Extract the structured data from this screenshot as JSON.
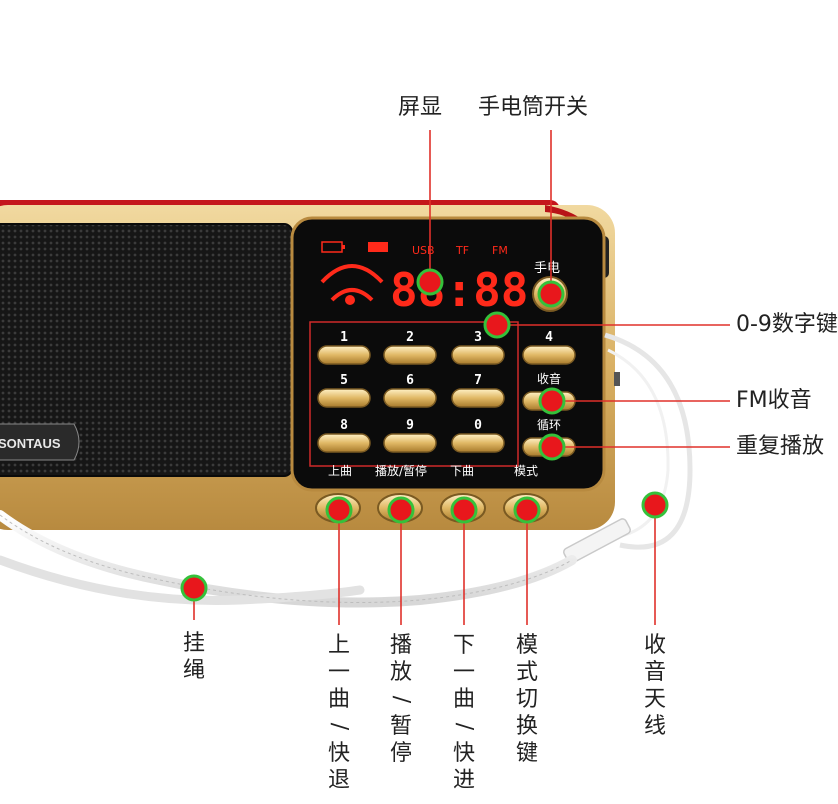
{
  "device": {
    "brand": "SONTAUS",
    "display_icons": {
      "usb": "USB",
      "tf": "TF",
      "fm": "FM"
    },
    "time_display": "88:88",
    "flashlight_label": "手电",
    "keys": [
      "1",
      "2",
      "3",
      "4",
      "5",
      "6",
      "7",
      "8",
      "9",
      "0"
    ],
    "key_labels": {
      "radio": "收音",
      "loop": "循环",
      "prev": "上曲",
      "play": "播放/暂停",
      "next": "下曲",
      "mode": "模式"
    }
  },
  "callouts": {
    "screen": "屏显",
    "flashlight_switch": "手电筒开关",
    "digit_keys": "0-9数字键",
    "fm_radio": "FM收音",
    "repeat": "重复播放",
    "lanyard": "挂绳",
    "prev_ff": "上一曲/快退",
    "play_pause": "播放/暂停",
    "next_ff": "下一曲/快进",
    "mode_switch": "模式切换键",
    "antenna": "收音天线"
  },
  "colors": {
    "marker": "#e8171c",
    "marker_ring": "#35c13a",
    "gold": "#d9b063",
    "red_body": "#c4161c",
    "screen_red": "#ff2a1a"
  }
}
